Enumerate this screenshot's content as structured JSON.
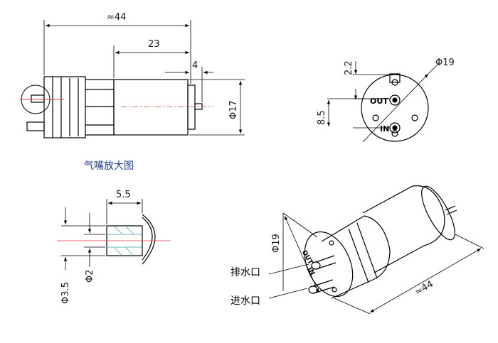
{
  "side_view": {
    "dim_length": "≈44",
    "dim_body": "23",
    "dim_shaft": "4",
    "dim_diameter": "Φ17",
    "caption": "气嘴放大图"
  },
  "end_view": {
    "dim_height": "2.2",
    "dim_spacing": "8.5",
    "dim_diameter": "Φ19",
    "port_out": "OUT",
    "port_in": "IN"
  },
  "nozzle_view": {
    "dim_length": "5.5",
    "dim_outer": "Φ3.5",
    "dim_inner": "Φ2"
  },
  "iso_view": {
    "dim_diameter": "Φ19",
    "dim_length": "≈44",
    "label_outlet": "排水口",
    "label_inlet": "进水口",
    "port_out": "OUT",
    "port_in": "IN"
  },
  "colors": {
    "line": "#000000",
    "center_line": "#d94040",
    "caption": "#1f3fa0",
    "hatch": "#3aa0a0"
  }
}
